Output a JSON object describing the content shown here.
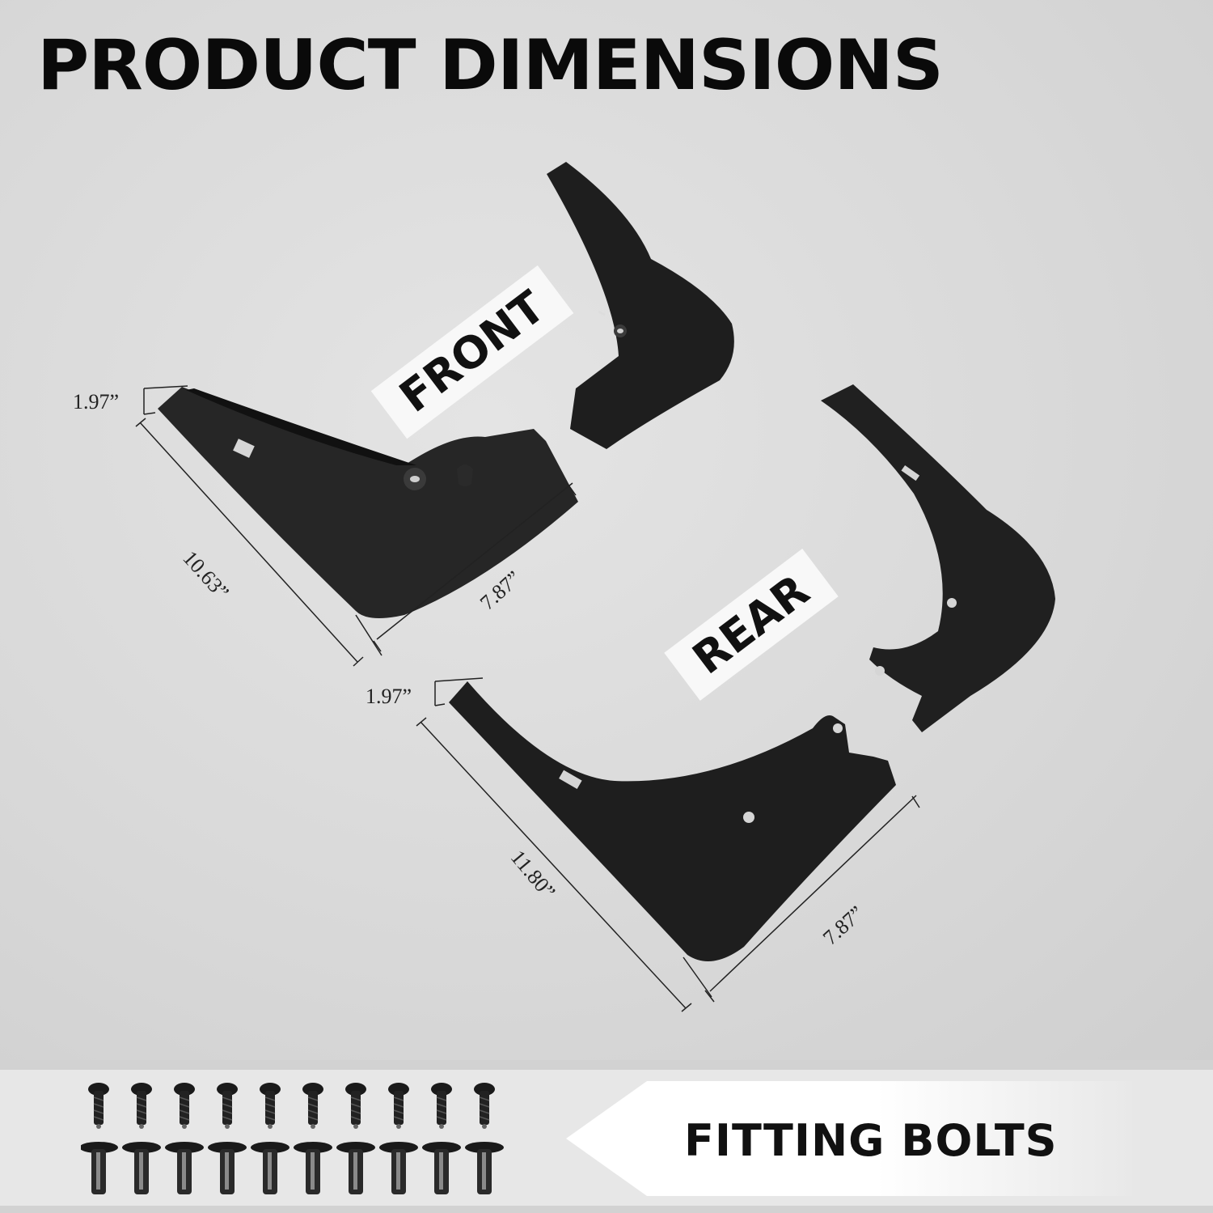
{
  "header": {
    "title": "PRODUCT DIMENSIONS"
  },
  "labels": {
    "front": "FRONT",
    "rear": "REAR"
  },
  "dimensions": {
    "front": {
      "height": "1.97”",
      "length": "10.63”",
      "width": "7.87”"
    },
    "rear": {
      "height": "1.97”",
      "length": "11.80”",
      "width": "7.87”"
    }
  },
  "footer": {
    "label": "FITTING BOLTS",
    "bolt_count": 10
  },
  "colors": {
    "background": "#dcdcdc",
    "part": "#1c1c1c",
    "label_bg": "#f8f8f8",
    "text": "#111111"
  }
}
